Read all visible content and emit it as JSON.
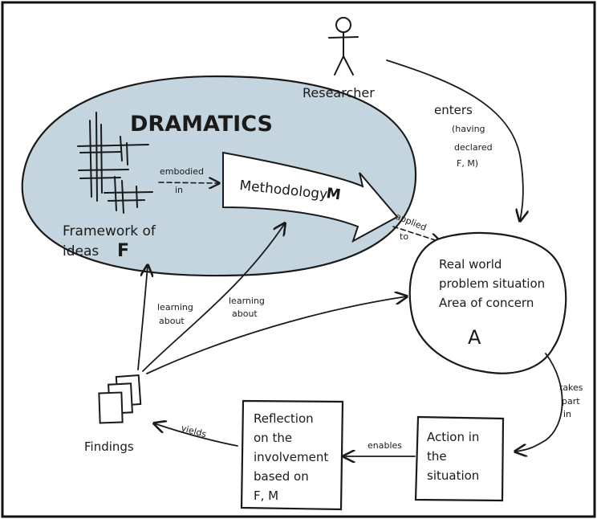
{
  "diagram": {
    "title": "DRAMATICS",
    "researcher_label": "Researcher",
    "enters_label": "enters",
    "having_declared_lines": [
      "(having",
      "declared",
      "F, M)"
    ],
    "embodied_lines": [
      "embodied",
      "in"
    ],
    "methodology_label": "Methodology",
    "methodology_symbol": "M",
    "framework_lines": [
      "Framework of",
      "ideas"
    ],
    "framework_symbol": "F",
    "applied_lines": [
      "applied",
      "to"
    ],
    "area_lines": [
      "Real world",
      "problem situation",
      "Area of concern"
    ],
    "area_symbol": "A",
    "learning_about_1": [
      "learning",
      "about"
    ],
    "learning_about_2": [
      "learning",
      "about"
    ],
    "takes_part_lines": [
      "takes",
      "part",
      "in"
    ],
    "action_lines": [
      "Action in",
      "the",
      "situation"
    ],
    "enables_label": "enables",
    "reflection_lines": [
      "Reflection",
      "on the",
      "involvement",
      "based on",
      "F, M"
    ],
    "yields_label": "yields",
    "findings_label": "Findings"
  },
  "colors": {
    "ellipse_fill": "#c5d5df",
    "ink": "#1a1a1a",
    "border": "#111111"
  }
}
